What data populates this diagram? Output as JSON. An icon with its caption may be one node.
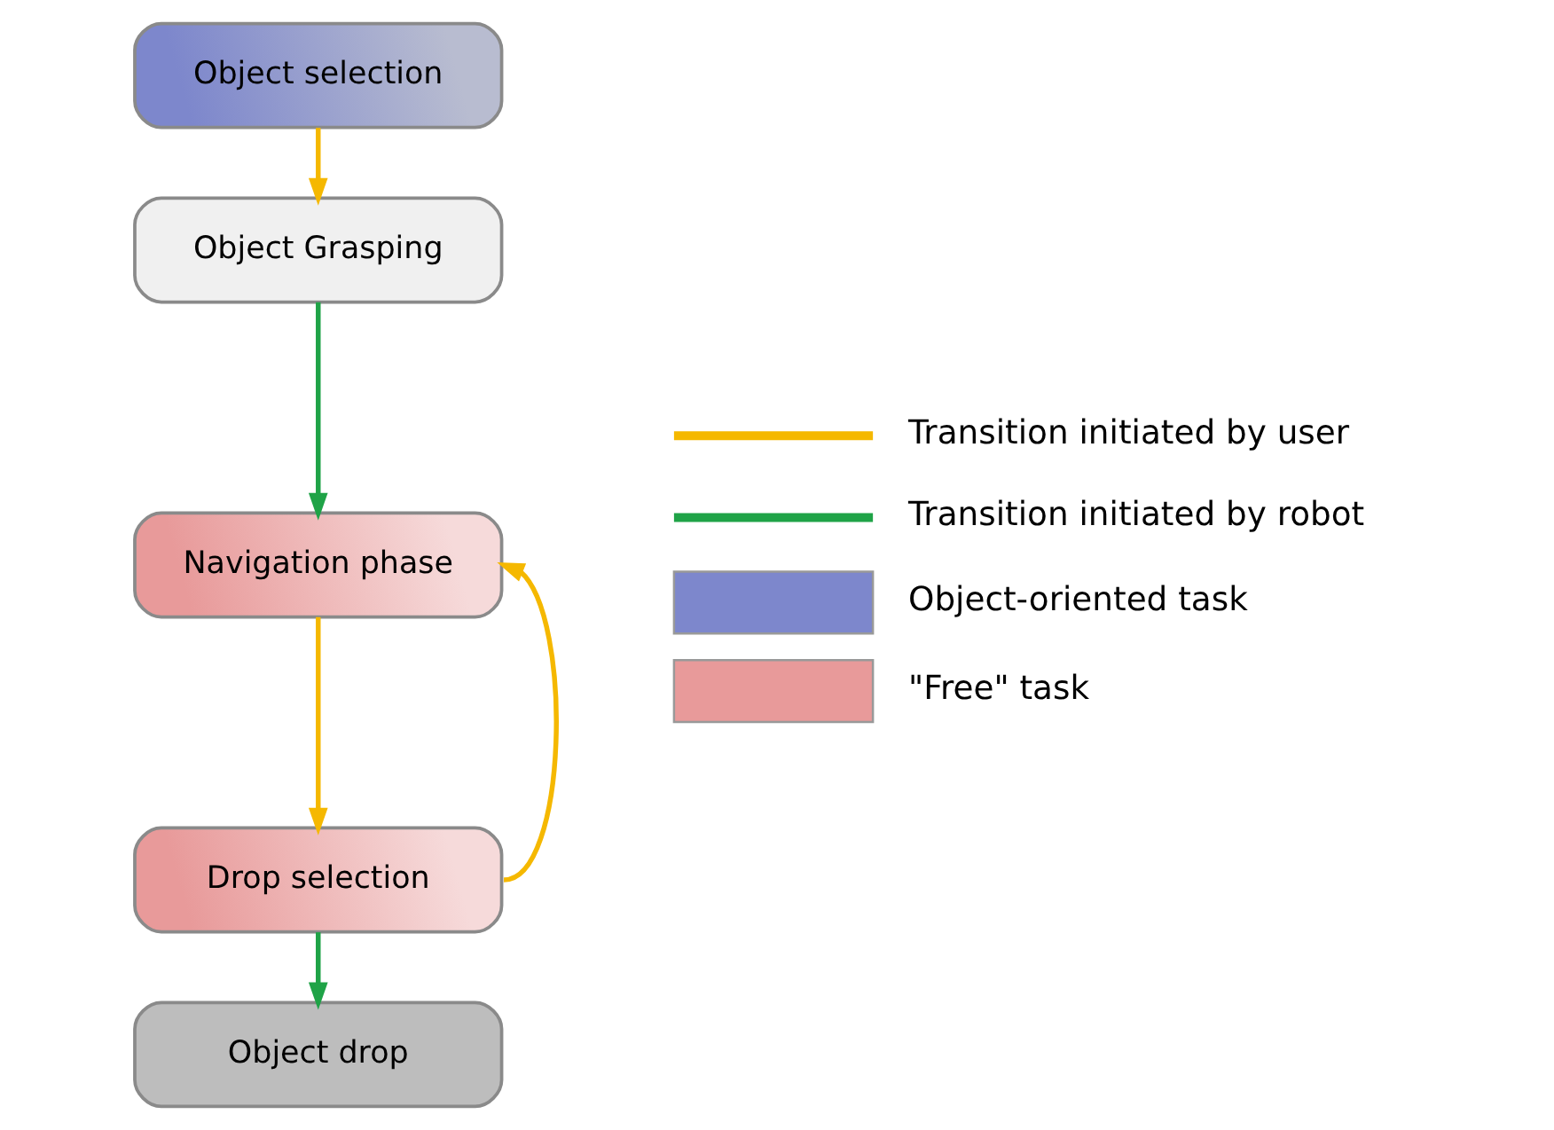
{
  "diagram": {
    "nodes": [
      {
        "text": [
          "Object selection"
        ]
      },
      {
        "text": [
          "Object Grasping"
        ]
      },
      {
        "text": [
          "Navigation phase"
        ]
      },
      {
        "text": [
          "Drop selection"
        ]
      },
      {
        "text": [
          "Object drop"
        ]
      }
    ],
    "edges": [
      {
        "from": 0,
        "to": 1,
        "arrow": "to"
      },
      {
        "from": 1,
        "to": 2,
        "arrow": "to",
        "color": "#1fa347"
      },
      {
        "from": 2,
        "to": 3,
        "arrow": "to"
      },
      {
        "from": 3,
        "to": 2,
        "arrow": "to"
      },
      {
        "from": 3,
        "to": 4,
        "arrow": "to",
        "color": "#1fa347"
      }
    ],
    "legend": [
      {
        "text": "Transition initiated by user",
        "color": "#f5b800"
      },
      {
        "text": "Transition initiated by robot",
        "color": "#1fa347"
      },
      {
        "text": "Object-oriented task",
        "color": "#7d87cc"
      },
      {
        "text": "\"Free\" task",
        "color": "#e89a9a"
      }
    ]
  }
}
